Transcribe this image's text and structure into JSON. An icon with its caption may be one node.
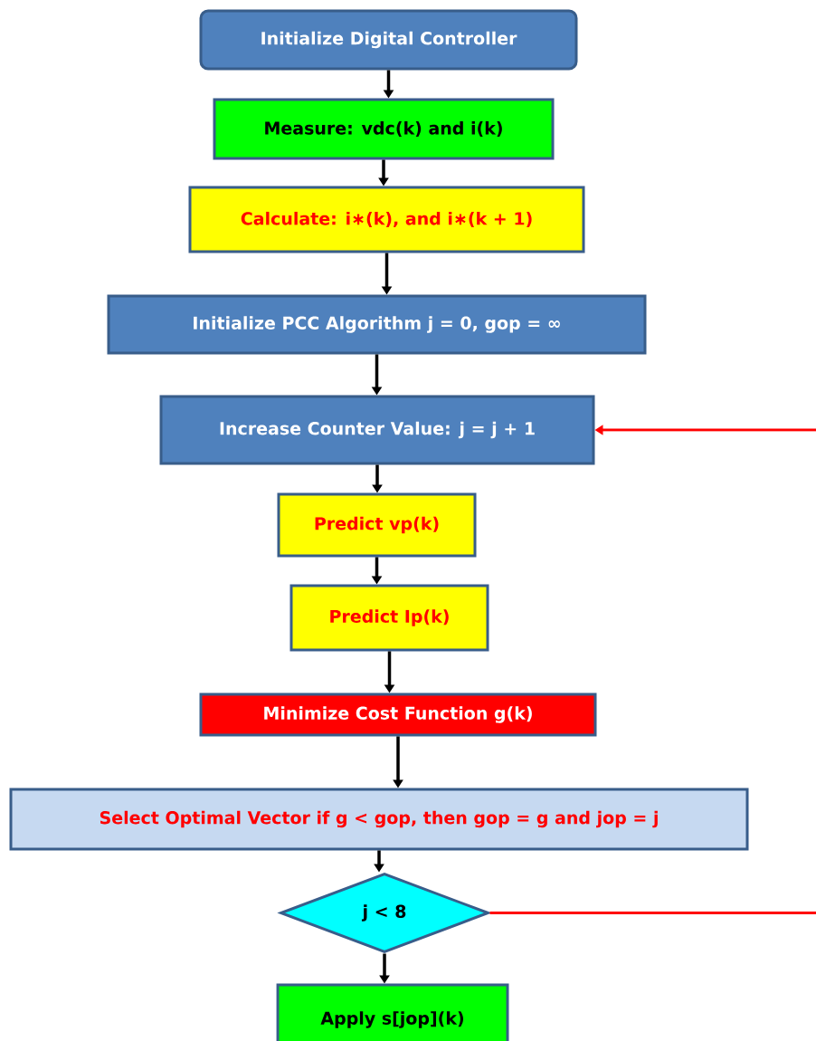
{
  "diagram": {
    "nodes": [
      {
        "text": [
          "Initialize Digital Controller"
        ]
      },
      {
        "text": [
          "Measure: vdc(k) and i(k)"
        ]
      },
      {
        "text": [
          "Calculate: i∗(k), and i∗(k + 1)"
        ]
      },
      {
        "text": [
          "Initialize PCC Algorithm j = 0, gop = ∞"
        ]
      },
      {
        "text": [
          "Increase Counter Value: j = j + 1"
        ]
      },
      {
        "text": [
          "Predict vp(k)"
        ]
      },
      {
        "text": [
          "Predict Ip(k)"
        ]
      },
      {
        "text": [
          "Minimize Cost Function g(k)"
        ]
      },
      {
        "text": [
          "Select Optimal Vector if g < gop, then gop = g and jop = j"
        ]
      },
      {
        "text": [
          "j < 8"
        ]
      },
      {
        "text": [
          "Apply s[jop](k)"
        ]
      }
    ],
    "edges": [
      {
        "from": 0,
        "to": 1,
        "arrow": "to"
      },
      {
        "from": 1,
        "to": 2,
        "arrow": "to"
      },
      {
        "from": 2,
        "to": 3,
        "arrow": "to"
      },
      {
        "from": 3,
        "to": 4,
        "arrow": "to"
      },
      {
        "from": 4,
        "to": 5,
        "arrow": "to"
      },
      {
        "from": 5,
        "to": 6,
        "arrow": "to"
      },
      {
        "from": 6,
        "to": 7,
        "arrow": "to"
      },
      {
        "from": 7,
        "to": 8,
        "arrow": "to"
      },
      {
        "from": 8,
        "to": 9,
        "arrow": "to"
      },
      {
        "from": 9,
        "to": 10,
        "arrow": "to"
      },
      {
        "from": 9,
        "to": null,
        "arrow": "none",
        "color": "#ff0000"
      },
      {
        "from": null,
        "to": 4,
        "arrow": "to",
        "color": "#ff0000"
      }
    ]
  }
}
